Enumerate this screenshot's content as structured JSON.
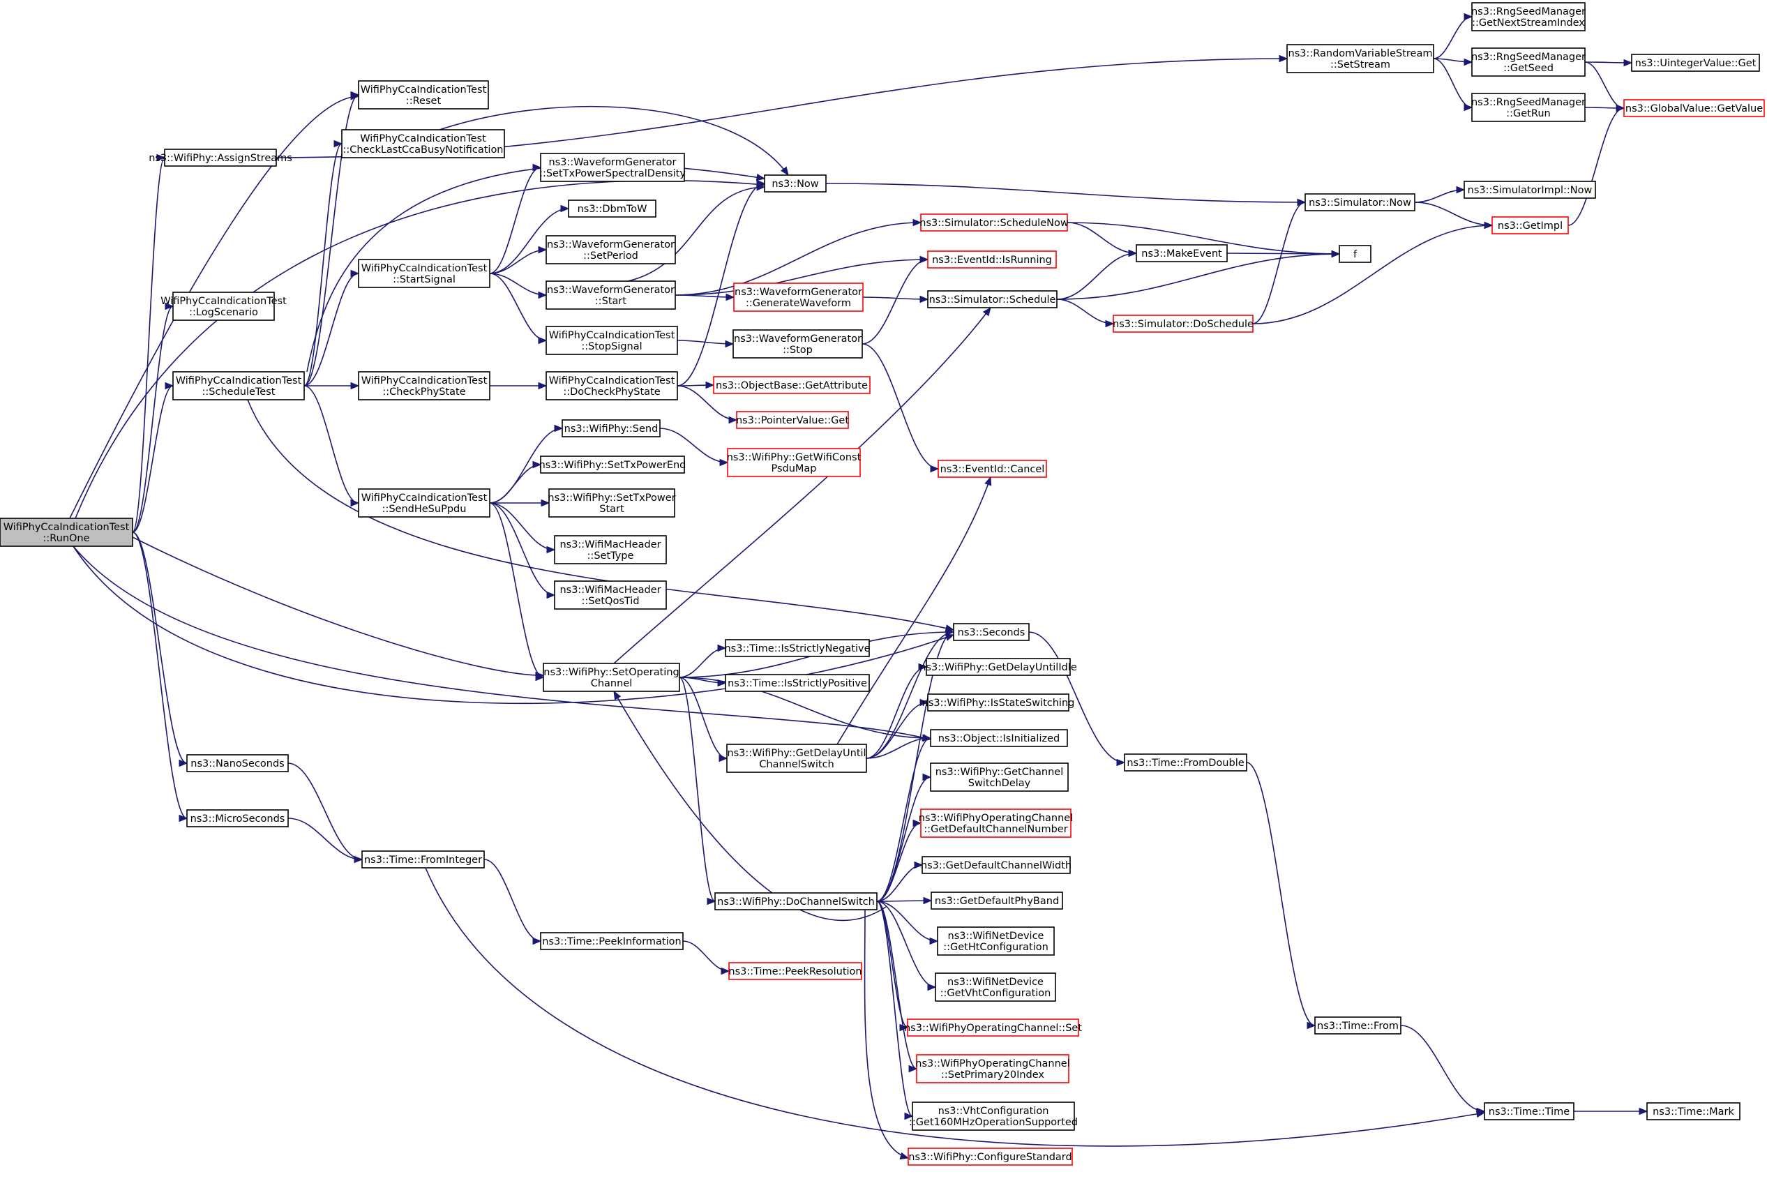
{
  "colors": {
    "edge": "#191970",
    "node_border": "#000000",
    "truncated_border": "#ff0000",
    "root_fill": "#bfbfbf",
    "background": "#ffffff"
  },
  "nodes": [
    {
      "id": "runone",
      "lines": [
        "WifiPhyCcaIndicationTest",
        "::RunOne"
      ],
      "root": true
    },
    {
      "id": "assign",
      "lines": [
        "ns3::WifiPhy::AssignStreams"
      ]
    },
    {
      "id": "logscen",
      "lines": [
        "WifiPhyCcaIndicationTest",
        "::LogScenario"
      ]
    },
    {
      "id": "schedtest",
      "lines": [
        "WifiPhyCcaIndicationTest",
        "::ScheduleTest"
      ]
    },
    {
      "id": "nanosec",
      "lines": [
        "ns3::NanoSeconds"
      ]
    },
    {
      "id": "microsec",
      "lines": [
        "ns3::MicroSeconds"
      ]
    },
    {
      "id": "reset",
      "lines": [
        "WifiPhyCcaIndicationTest",
        "::Reset"
      ]
    },
    {
      "id": "checklast",
      "lines": [
        "WifiPhyCcaIndicationTest",
        "::CheckLastCcaBusyNotification"
      ]
    },
    {
      "id": "startsig",
      "lines": [
        "WifiPhyCcaIndicationTest",
        "::StartSignal"
      ]
    },
    {
      "id": "checkphy",
      "lines": [
        "WifiPhyCcaIndicationTest",
        "::CheckPhyState"
      ]
    },
    {
      "id": "sendhe",
      "lines": [
        "WifiPhyCcaIndicationTest",
        "::SendHeSuPpdu"
      ]
    },
    {
      "id": "fromint",
      "lines": [
        "ns3::Time::FromInteger"
      ]
    },
    {
      "id": "wgsettx",
      "lines": [
        "ns3::WaveformGenerator",
        "::SetTxPowerSpectralDensity"
      ]
    },
    {
      "id": "dbmtow",
      "lines": [
        "ns3::DbmToW"
      ]
    },
    {
      "id": "wgsetper",
      "lines": [
        "ns3::WaveformGenerator",
        "::SetPeriod"
      ]
    },
    {
      "id": "wgstart",
      "lines": [
        "ns3::WaveformGenerator",
        "::Start"
      ]
    },
    {
      "id": "stopsig",
      "lines": [
        "WifiPhyCcaIndicationTest",
        "::StopSignal"
      ]
    },
    {
      "id": "docheck",
      "lines": [
        "WifiPhyCcaIndicationTest",
        "::DoCheckPhyState"
      ]
    },
    {
      "id": "wpsend",
      "lines": [
        "ns3::WifiPhy::Send"
      ]
    },
    {
      "id": "settxend",
      "lines": [
        "ns3::WifiPhy::SetTxPowerEnd"
      ]
    },
    {
      "id": "settxstart",
      "lines": [
        "ns3::WifiPhy::SetTxPower",
        "Start"
      ]
    },
    {
      "id": "mactype",
      "lines": [
        "ns3::WifiMacHeader",
        "::SetType"
      ]
    },
    {
      "id": "macqos",
      "lines": [
        "ns3::WifiMacHeader",
        "::SetQosTid"
      ]
    },
    {
      "id": "setopch",
      "lines": [
        "ns3::WifiPhy::SetOperating",
        "Channel"
      ]
    },
    {
      "id": "peekinfo",
      "lines": [
        "ns3::Time::PeekInformation"
      ]
    },
    {
      "id": "now",
      "lines": [
        "ns3::Now"
      ]
    },
    {
      "id": "wggen",
      "lines": [
        "ns3::WaveformGenerator",
        "::GenerateWaveform"
      ],
      "red": true
    },
    {
      "id": "wgstop",
      "lines": [
        "ns3::WaveformGenerator",
        "::Stop"
      ]
    },
    {
      "id": "getattr",
      "lines": [
        "ns3::ObjectBase::GetAttribute"
      ],
      "red": true
    },
    {
      "id": "ptrget",
      "lines": [
        "ns3::PointerValue::Get"
      ],
      "red": true
    },
    {
      "id": "getconst",
      "lines": [
        "ns3::WifiPhy::GetWifiConst",
        "PsduMap"
      ],
      "red": true
    },
    {
      "id": "isneg",
      "lines": [
        "ns3::Time::IsStrictlyNegative"
      ]
    },
    {
      "id": "ispos",
      "lines": [
        "ns3::Time::IsStrictlyPositive"
      ]
    },
    {
      "id": "getdelaych",
      "lines": [
        "ns3::WifiPhy::GetDelayUntil",
        "ChannelSwitch"
      ]
    },
    {
      "id": "dochsw",
      "lines": [
        "ns3::WifiPhy::DoChannelSwitch"
      ]
    },
    {
      "id": "peekres",
      "lines": [
        "ns3::Time::PeekResolution"
      ],
      "red": true
    },
    {
      "id": "randset",
      "lines": [
        "ns3::RandomVariableStream",
        "::SetStream"
      ]
    },
    {
      "id": "schednow",
      "lines": [
        "ns3::Simulator::ScheduleNow"
      ],
      "red": true
    },
    {
      "id": "isrun",
      "lines": [
        "ns3::EventId::IsRunning"
      ],
      "red": true
    },
    {
      "id": "sched",
      "lines": [
        "ns3::Simulator::Schedule"
      ]
    },
    {
      "id": "cancel",
      "lines": [
        "ns3::EventId::Cancel"
      ],
      "red": true
    },
    {
      "id": "seconds",
      "lines": [
        "ns3::Seconds"
      ]
    },
    {
      "id": "getdelayidle",
      "lines": [
        "ns3::WifiPhy::GetDelayUntilIdle"
      ]
    },
    {
      "id": "isstatesw",
      "lines": [
        "ns3::WifiPhy::IsStateSwitching"
      ]
    },
    {
      "id": "isinit",
      "lines": [
        "ns3::Object::IsInitialized"
      ]
    },
    {
      "id": "getchswdel",
      "lines": [
        "ns3::WifiPhy::GetChannel",
        "SwitchDelay"
      ]
    },
    {
      "id": "getdefchnum",
      "lines": [
        "ns3::WifiPhyOperatingChannel",
        "::GetDefaultChannelNumber"
      ],
      "red": true
    },
    {
      "id": "getdefchw",
      "lines": [
        "ns3::GetDefaultChannelWidth"
      ]
    },
    {
      "id": "getdefband",
      "lines": [
        "ns3::GetDefaultPhyBand"
      ]
    },
    {
      "id": "getht",
      "lines": [
        "ns3::WifiNetDevice",
        "::GetHtConfiguration"
      ]
    },
    {
      "id": "getvht",
      "lines": [
        "ns3::WifiNetDevice",
        "::GetVhtConfiguration"
      ]
    },
    {
      "id": "opchset",
      "lines": [
        "ns3::WifiPhyOperatingChannel::Set"
      ],
      "red": true
    },
    {
      "id": "setprim",
      "lines": [
        "ns3::WifiPhyOperatingChannel",
        "::SetPrimary20Index"
      ],
      "red": true
    },
    {
      "id": "vht160",
      "lines": [
        "ns3::VhtConfiguration",
        "::Get160MHzOperationSupported"
      ]
    },
    {
      "id": "confstd",
      "lines": [
        "ns3::WifiPhy::ConfigureStandard"
      ],
      "red": true
    },
    {
      "id": "makeevent",
      "lines": [
        "ns3::MakeEvent"
      ]
    },
    {
      "id": "dosched",
      "lines": [
        "ns3::Simulator::DoSchedule"
      ],
      "red": true
    },
    {
      "id": "simnow",
      "lines": [
        "ns3::Simulator::Now"
      ]
    },
    {
      "id": "fromdouble",
      "lines": [
        "ns3::Time::FromDouble"
      ]
    },
    {
      "id": "timefrom",
      "lines": [
        "ns3::Time::From"
      ]
    },
    {
      "id": "f",
      "lines": [
        "f"
      ]
    },
    {
      "id": "rngnext",
      "lines": [
        "ns3::RngSeedManager",
        "::GetNextStreamIndex"
      ]
    },
    {
      "id": "rngseed",
      "lines": [
        "ns3::RngSeedManager",
        "::GetSeed"
      ]
    },
    {
      "id": "rngrun",
      "lines": [
        "ns3::RngSeedManager",
        "::GetRun"
      ]
    },
    {
      "id": "simimplnow",
      "lines": [
        "ns3::SimulatorImpl::Now"
      ]
    },
    {
      "id": "getimpl",
      "lines": [
        "ns3::GetImpl"
      ],
      "red": true
    },
    {
      "id": "timetime",
      "lines": [
        "ns3::Time::Time"
      ]
    },
    {
      "id": "uintget",
      "lines": [
        "ns3::UintegerValue::Get"
      ]
    },
    {
      "id": "globget",
      "lines": [
        "ns3::GlobalValue::GetValue"
      ],
      "red": true
    },
    {
      "id": "timemark",
      "lines": [
        "ns3::Time::Mark"
      ]
    }
  ],
  "edges": [
    [
      "runone",
      "assign"
    ],
    [
      "runone",
      "logscen"
    ],
    [
      "runone",
      "schedtest"
    ],
    [
      "runone",
      "nanosec"
    ],
    [
      "runone",
      "microsec"
    ],
    [
      "runone",
      "setopch"
    ],
    [
      "runone",
      "seconds"
    ],
    [
      "runone",
      "isinit"
    ],
    [
      "runone",
      "now"
    ],
    [
      "runone",
      "reset"
    ],
    [
      "assign",
      "randset"
    ],
    [
      "schedtest",
      "reset"
    ],
    [
      "schedtest",
      "checklast"
    ],
    [
      "schedtest",
      "startsig"
    ],
    [
      "schedtest",
      "checkphy"
    ],
    [
      "schedtest",
      "sendhe"
    ],
    [
      "schedtest",
      "seconds"
    ],
    [
      "schedtest",
      "now"
    ],
    [
      "nanosec",
      "fromint"
    ],
    [
      "microsec",
      "fromint"
    ],
    [
      "checklast",
      "now"
    ],
    [
      "startsig",
      "wgsettx"
    ],
    [
      "startsig",
      "dbmtow"
    ],
    [
      "startsig",
      "wgsetper"
    ],
    [
      "startsig",
      "wgstart"
    ],
    [
      "startsig",
      "stopsig"
    ],
    [
      "checkphy",
      "docheck"
    ],
    [
      "sendhe",
      "wpsend"
    ],
    [
      "sendhe",
      "settxend"
    ],
    [
      "sendhe",
      "settxstart"
    ],
    [
      "sendhe",
      "mactype"
    ],
    [
      "sendhe",
      "macqos"
    ],
    [
      "sendhe",
      "setopch"
    ],
    [
      "fromint",
      "peekinfo"
    ],
    [
      "fromint",
      "timetime"
    ],
    [
      "wgstart",
      "now"
    ],
    [
      "wgstart",
      "schednow"
    ],
    [
      "wgstart",
      "isrun"
    ],
    [
      "wgstart",
      "wggen"
    ],
    [
      "stopsig",
      "wgstop"
    ],
    [
      "docheck",
      "now"
    ],
    [
      "docheck",
      "getattr"
    ],
    [
      "docheck",
      "ptrget"
    ],
    [
      "wpsend",
      "getconst"
    ],
    [
      "setopch",
      "sched"
    ],
    [
      "setopch",
      "seconds"
    ],
    [
      "setopch",
      "isneg"
    ],
    [
      "setopch",
      "ispos"
    ],
    [
      "setopch",
      "getdelaych"
    ],
    [
      "setopch",
      "dochsw"
    ],
    [
      "setopch",
      "isinit"
    ],
    [
      "peekinfo",
      "peekres"
    ],
    [
      "now",
      "simnow"
    ],
    [
      "wggen",
      "sched"
    ],
    [
      "wgstop",
      "isrun"
    ],
    [
      "wgstop",
      "cancel"
    ],
    [
      "getdelaych",
      "seconds"
    ],
    [
      "getdelaych",
      "getdelayidle"
    ],
    [
      "getdelaych",
      "isstatesw"
    ],
    [
      "getdelaych",
      "isinit"
    ],
    [
      "getdelaych",
      "cancel"
    ],
    [
      "dochsw",
      "isinit"
    ],
    [
      "dochsw",
      "getchswdel"
    ],
    [
      "dochsw",
      "getdefchnum"
    ],
    [
      "dochsw",
      "getdefchw"
    ],
    [
      "dochsw",
      "getdefband"
    ],
    [
      "dochsw",
      "getht"
    ],
    [
      "dochsw",
      "getvht"
    ],
    [
      "dochsw",
      "opchset"
    ],
    [
      "dochsw",
      "setprim"
    ],
    [
      "dochsw",
      "vht160"
    ],
    [
      "dochsw",
      "confstd"
    ],
    [
      "dochsw",
      "seconds"
    ],
    [
      "dochsw",
      "setopch"
    ],
    [
      "schednow",
      "makeevent"
    ],
    [
      "schednow",
      "f"
    ],
    [
      "sched",
      "makeevent"
    ],
    [
      "sched",
      "dosched"
    ],
    [
      "sched",
      "f"
    ],
    [
      "seconds",
      "fromdouble"
    ],
    [
      "makeevent",
      "f"
    ],
    [
      "dosched",
      "simnow"
    ],
    [
      "dosched",
      "getimpl"
    ],
    [
      "simnow",
      "simimplnow"
    ],
    [
      "simnow",
      "getimpl"
    ],
    [
      "fromdouble",
      "timefrom"
    ],
    [
      "timefrom",
      "timetime"
    ],
    [
      "randset",
      "rngnext"
    ],
    [
      "randset",
      "rngseed"
    ],
    [
      "randset",
      "rngrun"
    ],
    [
      "rngseed",
      "uintget"
    ],
    [
      "rngseed",
      "globget"
    ],
    [
      "rngrun",
      "globget"
    ],
    [
      "getimpl",
      "globget"
    ],
    [
      "timetime",
      "timemark"
    ]
  ]
}
